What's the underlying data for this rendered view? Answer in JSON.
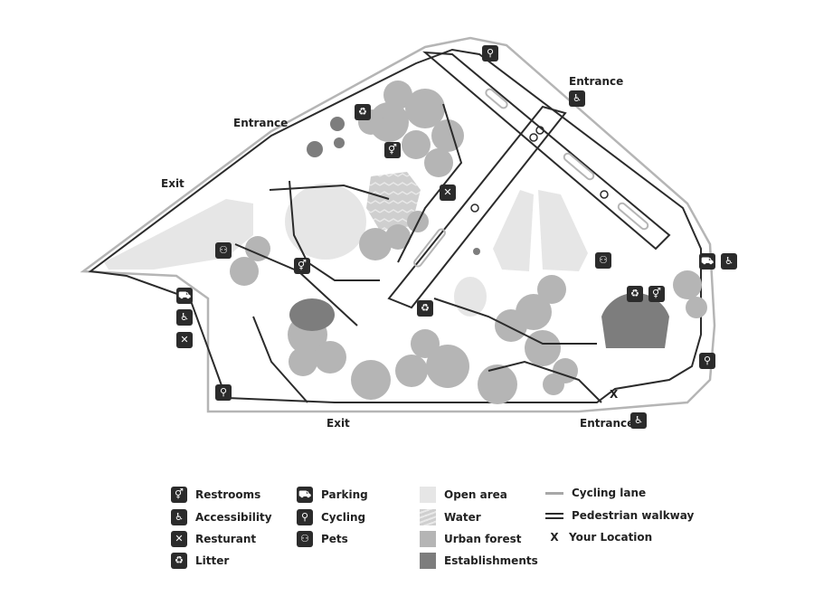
{
  "map_labels": {
    "entrance_top_left": "Entrance",
    "entrance_top_right": "Entrance",
    "entrance_bottom": "Entrance",
    "exit_left": "Exit",
    "exit_bottom": "Exit",
    "you_are_here": "X"
  },
  "legend": {
    "restrooms": "Restrooms",
    "accessibility": "Accessibility",
    "restaurant": "Resturant",
    "litter": "Litter",
    "parking": "Parking",
    "cycling": "Cycling",
    "pets": "Pets",
    "open_area": "Open area",
    "water": "Water",
    "urban_forest": "Urban forest",
    "establishments": "Establishments",
    "cycling_lane": "Cycling lane",
    "pedestrian_walkway": "Pedestrian walkway",
    "your_location_symbol": "X",
    "your_location": "Your Location"
  },
  "colors": {
    "open_area": "#e6e6e6",
    "water": "#c9c9c9",
    "urban_forest": "#b5b5b5",
    "establishments": "#7d7d7d",
    "cycling_lane": "#a8a8a8",
    "pedestrian_walkway": "#2b2b2b",
    "icon_bg": "#2b2b2b"
  },
  "icons": {
    "restrooms": "restrooms-icon",
    "accessibility": "wheelchair-icon",
    "restaurant": "fork-knife-icon",
    "litter": "litter-icon",
    "parking": "car-icon",
    "cycling": "bicycle-icon",
    "pets": "dog-icon"
  }
}
